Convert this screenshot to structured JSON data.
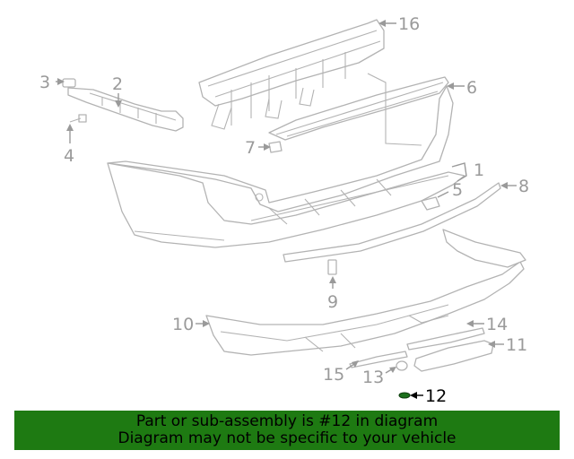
{
  "callouts": {
    "c1": "1",
    "c2": "2",
    "c3": "3",
    "c4": "4",
    "c5": "5",
    "c6": "6",
    "c7": "7",
    "c8": "8",
    "c9": "9",
    "c10": "10",
    "c11": "11",
    "c12": "12",
    "c13": "13",
    "c14": "14",
    "c15": "15",
    "c16": "16"
  },
  "highlight": {
    "part_number": "12",
    "color": "#1e7a12"
  },
  "banner": {
    "line1": "Part or sub-assembly is #12 in diagram",
    "line2": "Diagram may not be specific to your vehicle"
  }
}
